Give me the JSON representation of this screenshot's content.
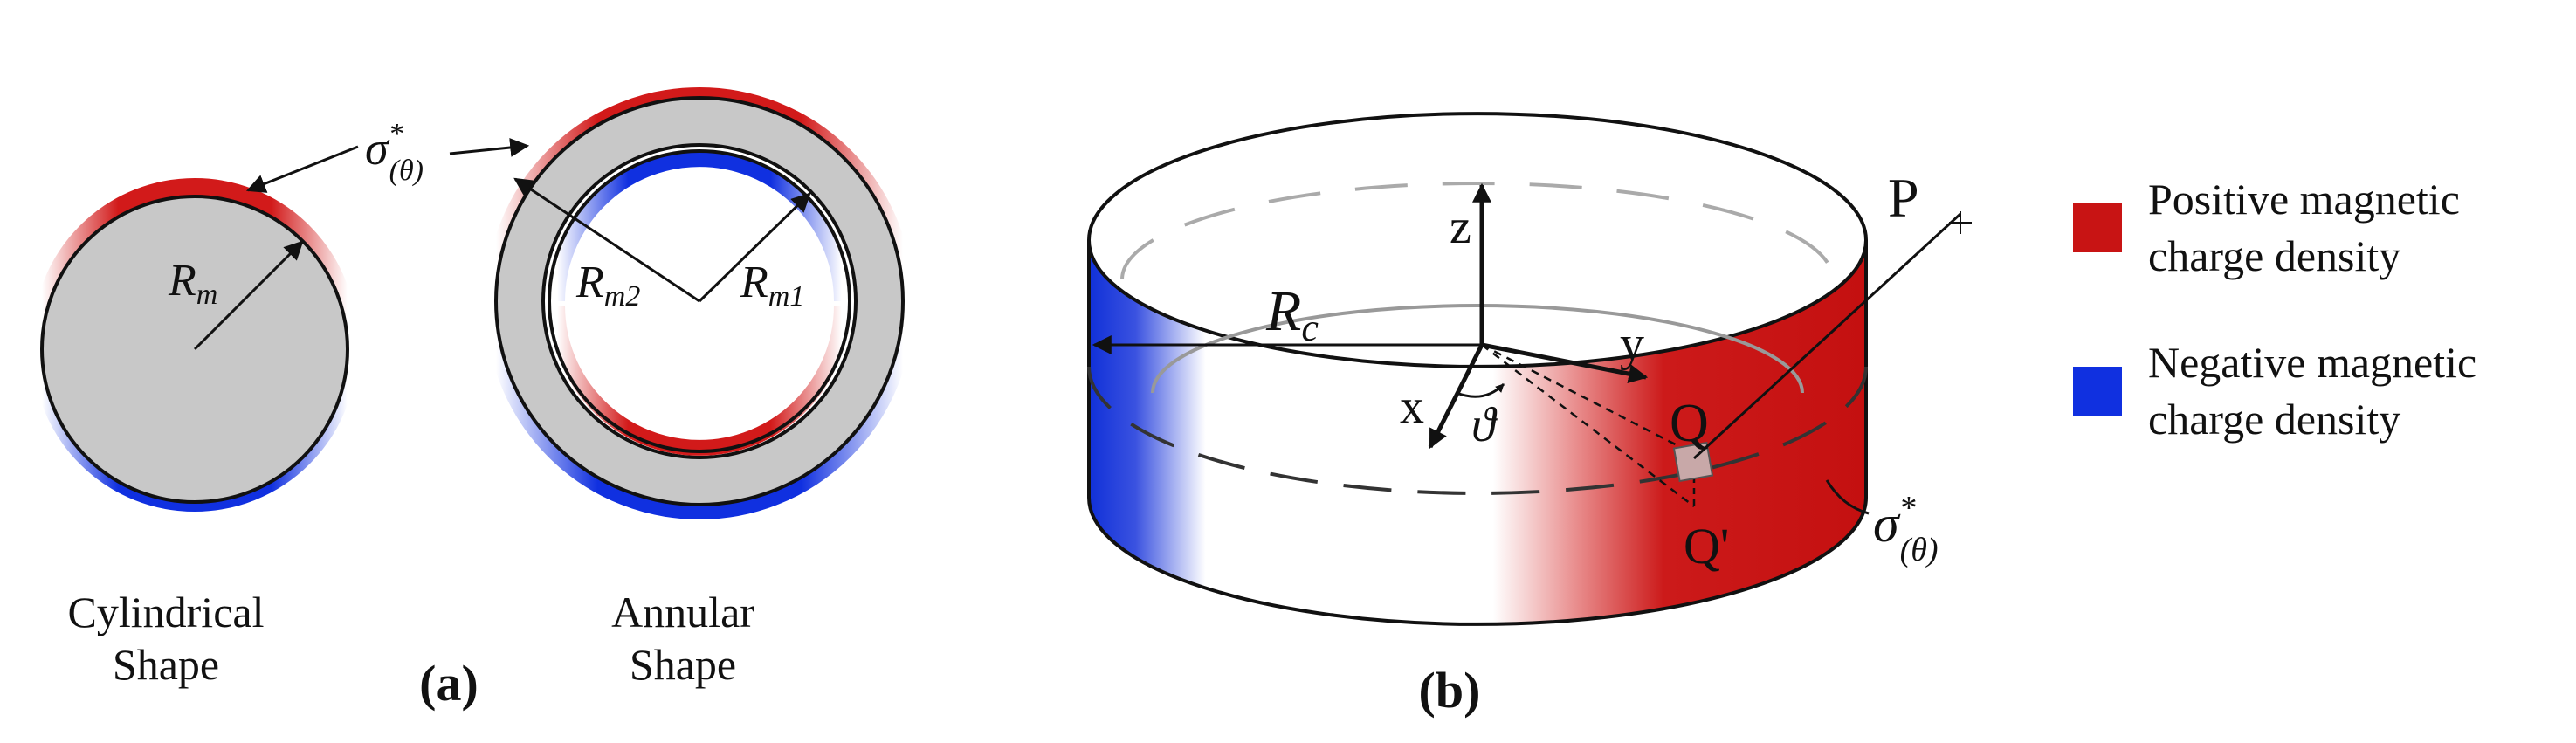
{
  "panel_a": {
    "sigma_label": "σ",
    "sigma_sup": "*",
    "sigma_sub": "(θ)",
    "cyl": {
      "radius_label": "R",
      "radius_sub": "m",
      "caption_line1": "Cylindrical",
      "caption_line2": "Shape"
    },
    "ann": {
      "outer_label": "R",
      "outer_sub": "m2",
      "inner_label": "R",
      "inner_sub": "m1",
      "caption_line1": "Annular",
      "caption_line2": "Shape"
    },
    "tag": "(a)"
  },
  "panel_b": {
    "axis_z": "z",
    "axis_y": "y",
    "axis_x": "x",
    "angle": "ϑ",
    "radius_label": "R",
    "radius_sub": "c",
    "point_p": "P",
    "point_q": "Q",
    "point_q_prime": "Q'",
    "sigma_label": "σ",
    "sigma_sup": "*",
    "sigma_sub": "(θ)",
    "tag": "(b)"
  },
  "legend": {
    "positive": {
      "line1": "Positive magnetic",
      "line2": "charge density",
      "color": "#c81414"
    },
    "negative": {
      "line1": "Negative magnetic",
      "line2": "charge density",
      "color": "#1030e0"
    }
  },
  "colors": {
    "fill_gray": "#c8c8c8",
    "outline": "#111111"
  }
}
